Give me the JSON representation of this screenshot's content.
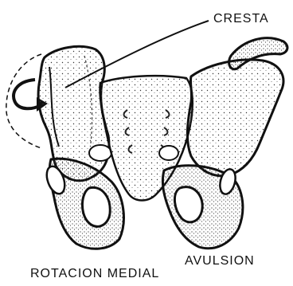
{
  "labels": {
    "crest": "CRESTA",
    "left_caption": "ROTACION  MEDIAL",
    "right_caption": "AVULSION"
  },
  "colors": {
    "ink": "#111111",
    "shade": "#4a4a4a",
    "paper": "#ffffff"
  },
  "icons": {
    "rotation_arrow": "curved-rotation-arrow-icon"
  }
}
